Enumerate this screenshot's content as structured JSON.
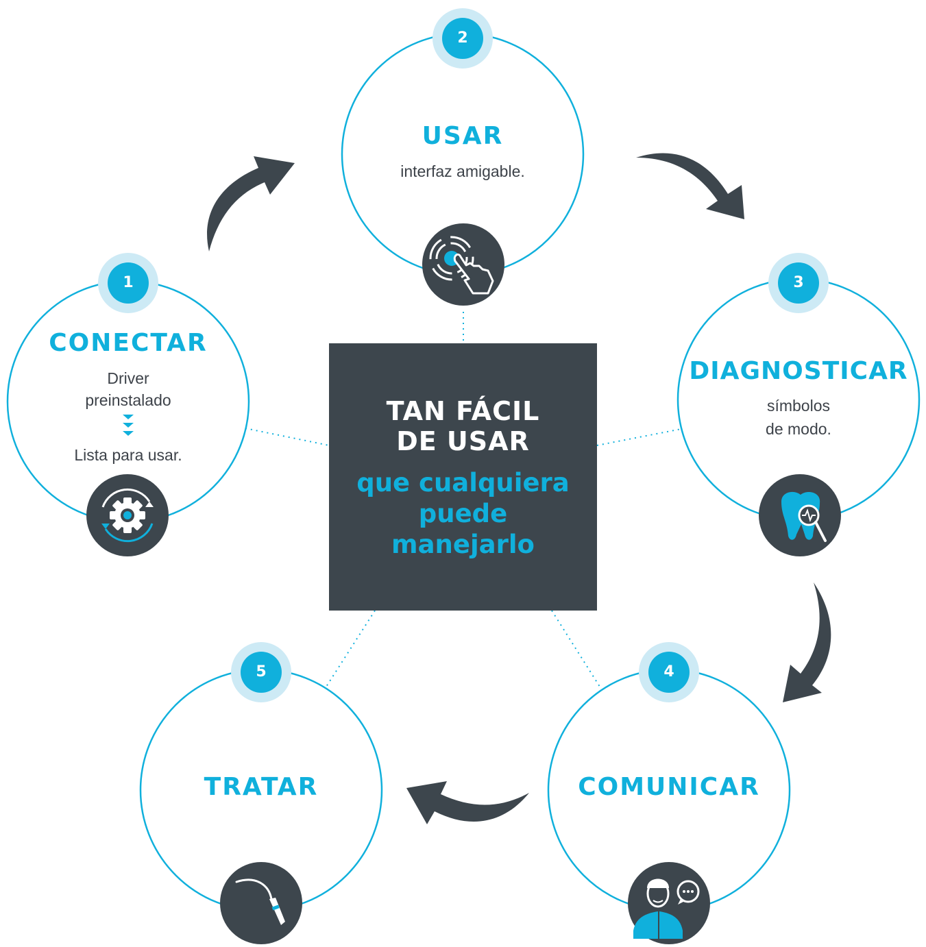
{
  "colors": {
    "accent": "#10b0dc",
    "badge_ring": "#cdeaf5",
    "dark": "#3d464d",
    "text": "#3d4249"
  },
  "center": {
    "title_line1": "TAN FÁCIL",
    "title_line2": "DE USAR",
    "subtitle_line1": "que cualquiera",
    "subtitle_line2": "puede",
    "subtitle_line3": "manejarlo"
  },
  "steps": [
    {
      "number": "1",
      "title": "CONECTAR",
      "desc_line1": "Driver",
      "desc_line2": "preinstalado",
      "desc_line3": "Lista para usar.",
      "icon": "gear-sync-icon"
    },
    {
      "number": "2",
      "title": "USAR",
      "desc_line1": "interfaz amigable.",
      "icon": "touch-tap-icon"
    },
    {
      "number": "3",
      "title": "DIAGNOSTICAR",
      "desc_line1": "símbolos",
      "desc_line2": "de modo.",
      "icon": "tooth-diagnosis-icon"
    },
    {
      "number": "4",
      "title": "COMUNICAR",
      "icon": "patient-chat-icon"
    },
    {
      "number": "5",
      "title": "TRATAR",
      "icon": "scaler-tip-icon"
    }
  ]
}
